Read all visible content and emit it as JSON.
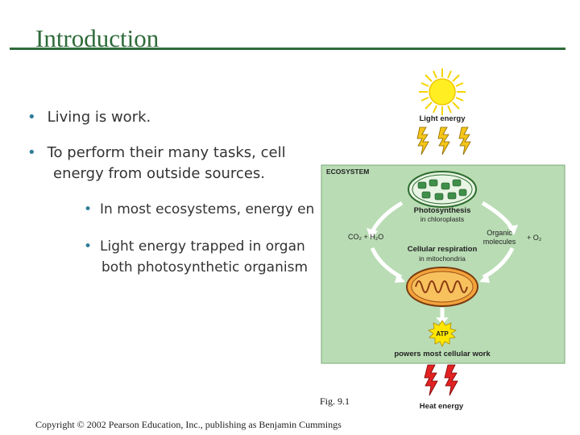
{
  "slide": {
    "title": "Introduction",
    "bullets": [
      "Living is work.",
      "To perform their many tasks, cell",
      "energy from outside sources.",
      "In most ecosystems, energy en",
      "Light energy trapped in organ",
      "both photosynthetic organism"
    ],
    "bullet_glyph": "•"
  },
  "figure": {
    "light_energy": "Light energy",
    "ecosystem": "ECOSYSTEM",
    "photosynthesis": "Photosynthesis",
    "in_chloroplasts": "in chloroplasts",
    "co2_h2o": "CO₂ + H₂O",
    "organic": "Organic",
    "molecules": "molecules",
    "plus_o2": "+ O₂",
    "cellular_respiration": "Cellular respiration",
    "in_mitochondria": "in mitochondria",
    "atp": "ATP",
    "powers": "powers most cellular work",
    "heat_energy": "Heat energy",
    "caption": "Fig. 9.1"
  },
  "footer": {
    "copyright": "Copyright © 2002 Pearson Education, Inc., publishing as Benjamin Cummings"
  },
  "colors": {
    "title": "#2e6b3a",
    "ecosystem_bg": "#b9dcb4",
    "sun": "#ffee22",
    "light_bolt": "#f5c518",
    "heat_bolt": "#e22222"
  }
}
